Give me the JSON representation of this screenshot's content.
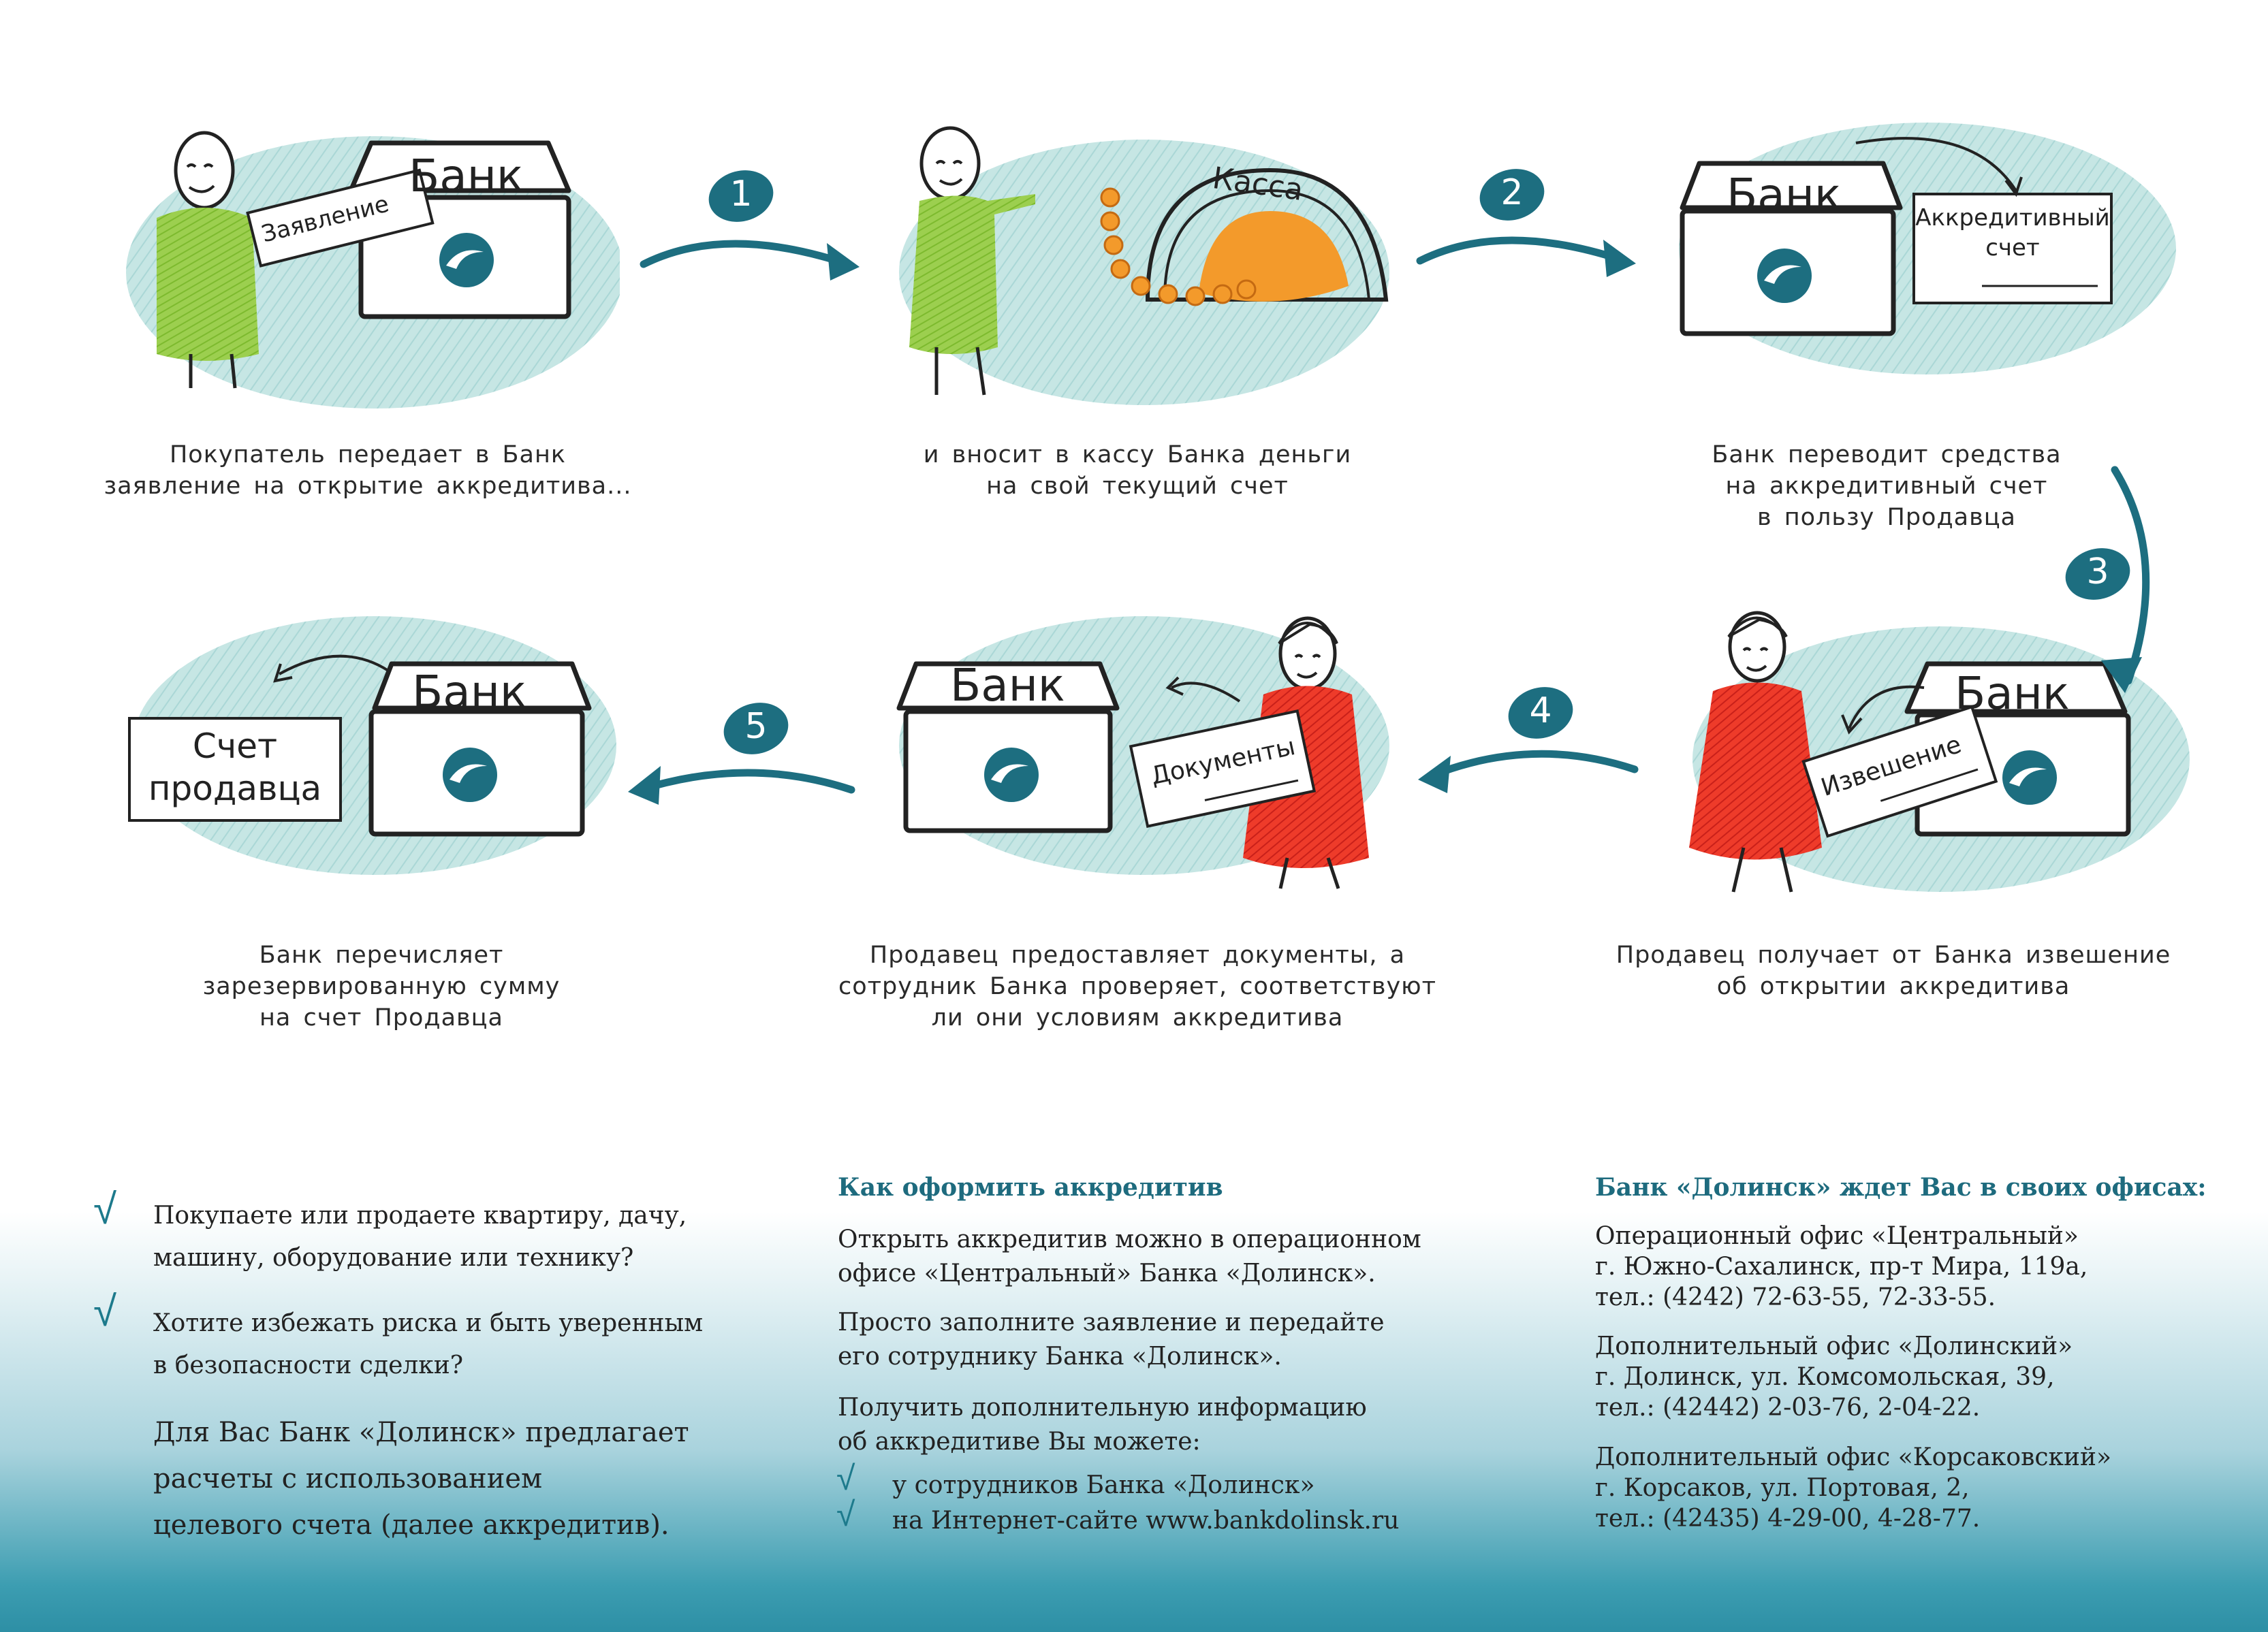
{
  "steps": [
    {
      "num": "1",
      "caption": [
        "Покупатель передает в Банк",
        "заявление на открытие аккредитива..."
      ]
    },
    {
      "num": "2",
      "caption": [
        "и вносит в кассу Банка деньги",
        "на свой текущий счет"
      ]
    },
    {
      "num": "3",
      "caption": [
        "Банк переводит средства",
        "на аккредитивный счет",
        "в пользу Продавца"
      ]
    },
    {
      "num": "4",
      "caption": [
        "Продавец получает от Банка извешение",
        "об открытии аккредитива"
      ]
    },
    {
      "num": "5",
      "caption": [
        "Продавец предоставляет документы, а",
        "сотрудник Банка проверяет, соответствуют",
        "ли они условиям аккредитива"
      ]
    },
    {
      "num": "",
      "caption": [
        "Банк перечисляет",
        "зарезервированную сумму",
        "на счет Продавца"
      ]
    }
  ],
  "labels": {
    "bank": "Банк",
    "application": "Заявление",
    "kassa": "Касса",
    "letter_account": [
      "Аккредитивный",
      "счет"
    ],
    "notice": "Извешение",
    "documents": "Документы",
    "seller_account": [
      "Счет",
      "продавца"
    ]
  },
  "left_col": {
    "q1": [
      "Покупаете или продаете квартиру, дачу,",
      "машину, оборудование или технику?"
    ],
    "q2": [
      "Хотите избежать риска и быть уверенным",
      "в безопасности сделки?"
    ],
    "offer": [
      "Для Вас Банк «Долинск» предлагает",
      "расчеты  с использованием",
      "целевого счета (далее аккредитив)."
    ]
  },
  "mid_col": {
    "heading": "Как оформить аккредитив",
    "p1": [
      "Открыть аккредитив можно в операционном",
      "офисе «Центральный» Банка «Долинск»."
    ],
    "p2": [
      "Просто заполните заявление и передайте",
      "его сотруднику Банка «Долинск»."
    ],
    "p3": [
      "Получить дополнительную информацию",
      "об аккредитиве Вы можете:"
    ],
    "b1": "у сотрудников Банка «Долинск»",
    "b2": "на Интернет-сайте www.bankdolinsk.ru"
  },
  "right_col": {
    "heading": "Банк «Долинск» ждет Вас в своих офисах:",
    "office1": [
      "Операционный офис «Центральный»",
      "г. Южно-Сахалинск, пр-т Мира, 119а,",
      "тел.: (4242) 72-63-55, 72-33-55."
    ],
    "office2": [
      "Дополнительный офис «Долинский»",
      "г. Долинск, ул. Комсомольская, 39,",
      "тел.: (42442) 2-03-76, 2-04-22."
    ],
    "office3": [
      "Дополнительный офис «Корсаковский»",
      "г. Корсаков, ул. Портовая, 2,",
      "тел.: (42435) 4-29-00, 4-28-77."
    ]
  },
  "colors": {
    "teal": "#1d6e80",
    "blob": "#bfe3e2",
    "green": "#8cc63f",
    "red": "#e53222",
    "orange": "#f39a2b"
  }
}
